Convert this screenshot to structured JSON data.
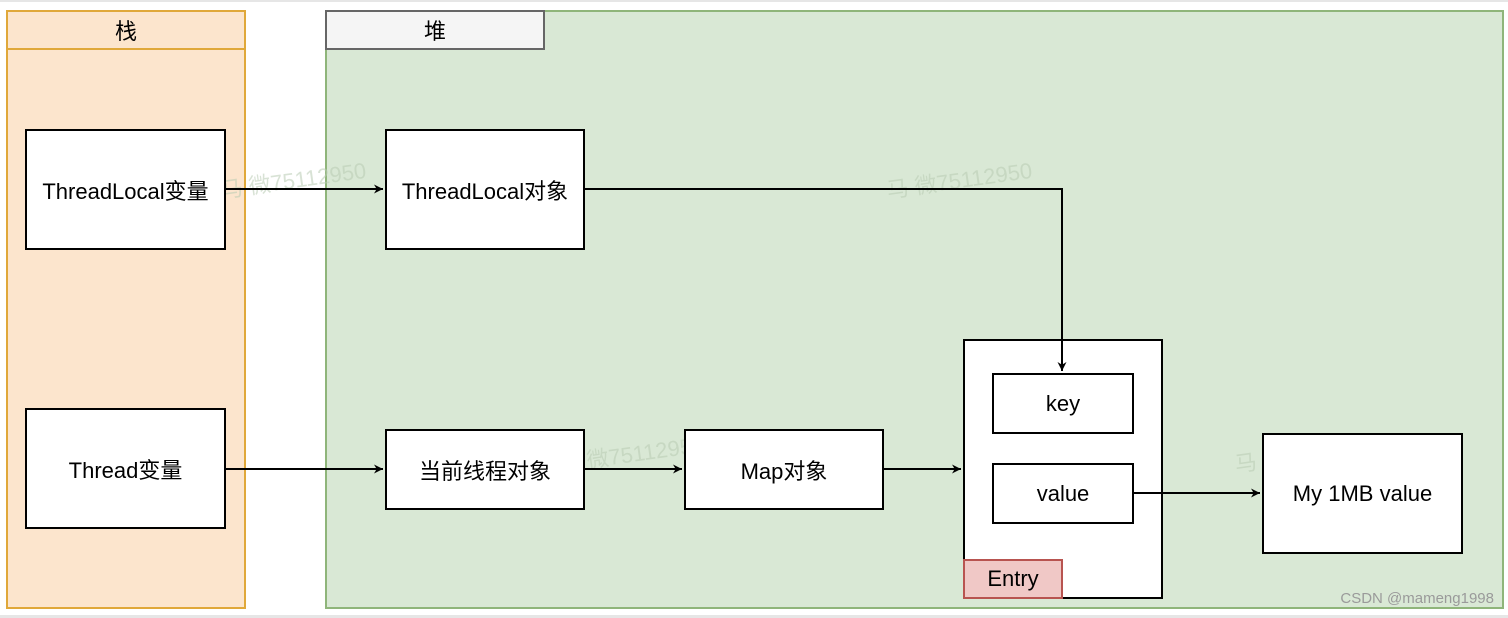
{
  "lanes": {
    "stack_title": "栈",
    "heap_title": "堆"
  },
  "nodes": {
    "threadlocal_var": "ThreadLocal变量",
    "thread_var": "Thread变量",
    "threadlocal_obj": "ThreadLocal对象",
    "current_thread_obj": "当前线程对象",
    "map_obj": "Map对象",
    "key": "key",
    "value": "value",
    "entry": "Entry",
    "big_value": "My 1MB value"
  },
  "watermark_text": "马 微75112950",
  "credit": "CSDN @mameng1998"
}
